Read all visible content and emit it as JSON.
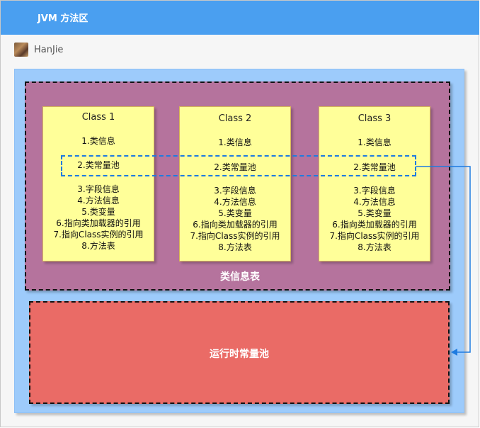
{
  "header": {
    "title": "JVM 方法区"
  },
  "author": {
    "name": "HanJie"
  },
  "class_info_table": {
    "label": "类信息表"
  },
  "classes": [
    {
      "title": "Class 1",
      "items": [
        "1.类信息",
        "2.类常量池",
        "3.字段信息",
        "4.方法信息",
        "5.类变量",
        "6.指向类加载器的引用",
        "7.指向Class实例的引用",
        "8.方法表"
      ]
    },
    {
      "title": "Class 2",
      "items": [
        "1.类信息",
        "2.类常量池",
        "3.字段信息",
        "4.方法信息",
        "5.类变量",
        "6.指向类加载器的引用",
        "7.指向Class实例的引用",
        "8.方法表"
      ]
    },
    {
      "title": "Class 3",
      "items": [
        "1.类信息",
        "2.类常量池",
        "3.字段信息",
        "4.方法信息",
        "5.类变量",
        "6.指向类加载器的引用",
        "7.指向Class实例的引用",
        "8.方法表"
      ]
    }
  ],
  "runtime_constant_pool": {
    "label": "运行时常量池"
  },
  "colors": {
    "header": "#4a9ff0",
    "outer": "#9dcbfb",
    "class_info": "#b5739d",
    "class_box": "#ffff99",
    "runtime_pool": "#ea6b66",
    "highlight": "#1e7be0"
  }
}
